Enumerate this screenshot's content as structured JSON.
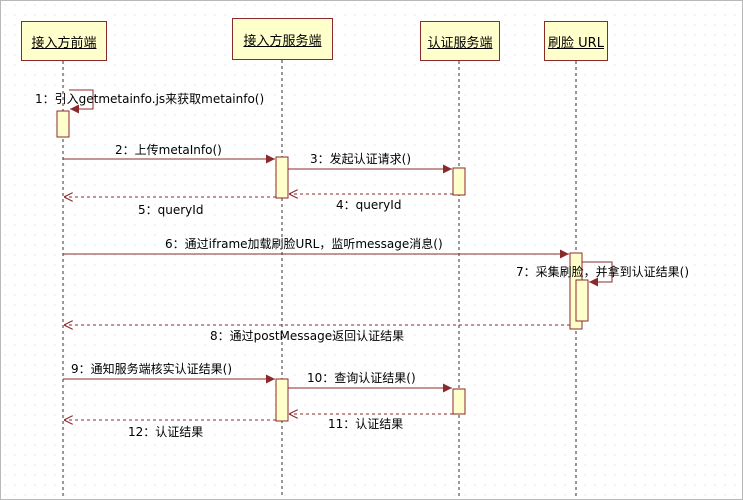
{
  "participants": [
    {
      "label": "接入方前端"
    },
    {
      "label": "接入方服务端"
    },
    {
      "label": "认证服务端"
    },
    {
      "label": "刷脸 URL"
    }
  ],
  "messages": [
    {
      "label": "1：引入getmetainfo.js来获取metainfo()"
    },
    {
      "label": "2：上传metaInfo()"
    },
    {
      "label": "3：发起认证请求()"
    },
    {
      "label": "4：queryId"
    },
    {
      "label": "5：queryId"
    },
    {
      "label": "6：通过iframe加载刷脸URL，监听message消息()"
    },
    {
      "label": "7：采集刷脸，并拿到认证结果()"
    },
    {
      "label": "8：通过postMessage返回认证结果"
    },
    {
      "label": "9：通知服务端核实认证结果()"
    },
    {
      "label": "10：查询认证结果()"
    },
    {
      "label": "11：认证结果"
    },
    {
      "label": "12：认证结果"
    }
  ],
  "colors": {
    "line": "#8b2a2a",
    "activation_fill": "#ffffcc",
    "lifeline": "#333333"
  }
}
